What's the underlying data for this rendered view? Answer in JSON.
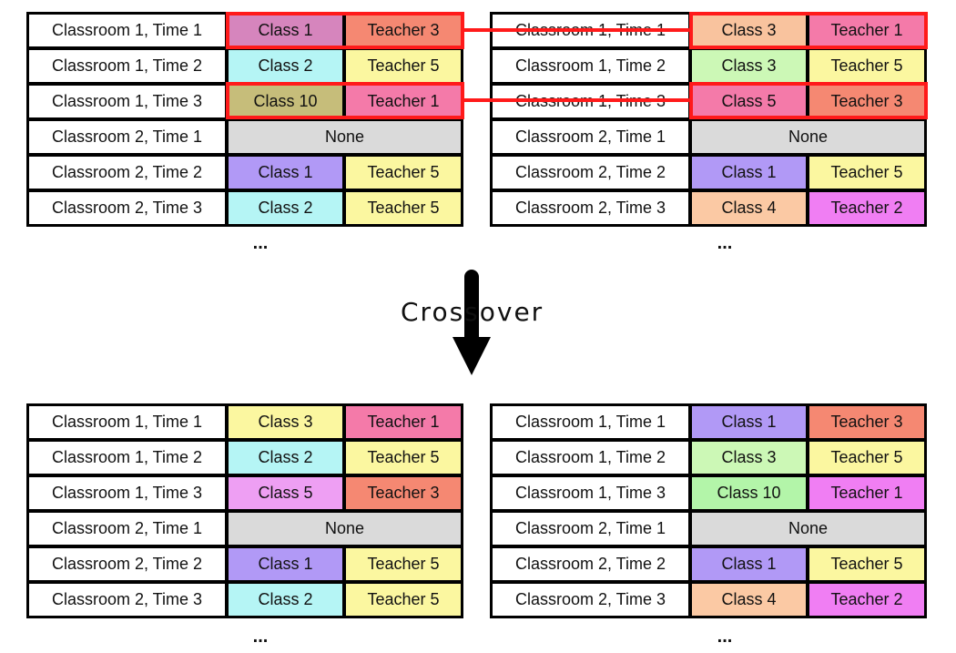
{
  "operation_label": "Crossover",
  "ellipsis": "...",
  "tables": [
    {
      "id": "parent-1",
      "rows": [
        {
          "label": "Classroom 1, Time 1",
          "class": "Class 1",
          "teacher": "Teacher 3",
          "class_color": "#d685bd",
          "teacher_color": "#f58872"
        },
        {
          "label": "Classroom 1, Time 2",
          "class": "Class 2",
          "teacher": "Teacher 5",
          "class_color": "#b5f5f5",
          "teacher_color": "#fbf7a0"
        },
        {
          "label": "Classroom 1, Time 3",
          "class": "Class 10",
          "teacher": "Teacher 1",
          "class_color": "#c6bd7a",
          "teacher_color": "#f47aa9"
        },
        {
          "label": "Classroom 2, Time 1",
          "none": "None",
          "none_color": "#dadada"
        },
        {
          "label": "Classroom 2, Time 2",
          "class": "Class 1",
          "teacher": "Teacher 5",
          "class_color": "#b199f6",
          "teacher_color": "#fbf7a0"
        },
        {
          "label": "Classroom 2, Time 3",
          "class": "Class 2",
          "teacher": "Teacher 5",
          "class_color": "#b5f5f5",
          "teacher_color": "#fbf7a0"
        }
      ]
    },
    {
      "id": "parent-2",
      "rows": [
        {
          "label": "Classroom 1, Time 1",
          "class": "Class 3",
          "teacher": "Teacher 1",
          "class_color": "#f9c39e",
          "teacher_color": "#f47aa9"
        },
        {
          "label": "Classroom 1, Time 2",
          "class": "Class 3",
          "teacher": "Teacher 5",
          "class_color": "#ccf8b6",
          "teacher_color": "#fbf7a0"
        },
        {
          "label": "Classroom 1, Time 3",
          "class": "Class 5",
          "teacher": "Teacher 3",
          "class_color": "#f47aa9",
          "teacher_color": "#f58872"
        },
        {
          "label": "Classroom 2, Time 1",
          "none": "None",
          "none_color": "#dadada"
        },
        {
          "label": "Classroom 2, Time 2",
          "class": "Class 1",
          "teacher": "Teacher 5",
          "class_color": "#b199f6",
          "teacher_color": "#fbf7a0"
        },
        {
          "label": "Classroom 2, Time 3",
          "class": "Class 4",
          "teacher": "Teacher 2",
          "class_color": "#fbc9a4",
          "teacher_color": "#f07ef3"
        }
      ]
    },
    {
      "id": "child-1",
      "rows": [
        {
          "label": "Classroom 1, Time 1",
          "class": "Class 3",
          "teacher": "Teacher 1",
          "class_color": "#fbf7a0",
          "teacher_color": "#f47aa9"
        },
        {
          "label": "Classroom 1, Time 2",
          "class": "Class 2",
          "teacher": "Teacher 5",
          "class_color": "#b5f5f5",
          "teacher_color": "#fbf7a0"
        },
        {
          "label": "Classroom 1, Time 3",
          "class": "Class 5",
          "teacher": "Teacher 3",
          "class_color": "#ee9ff3",
          "teacher_color": "#f58872"
        },
        {
          "label": "Classroom 2, Time 1",
          "none": "None",
          "none_color": "#dadada"
        },
        {
          "label": "Classroom 2, Time 2",
          "class": "Class 1",
          "teacher": "Teacher 5",
          "class_color": "#b199f6",
          "teacher_color": "#fbf7a0"
        },
        {
          "label": "Classroom 2, Time 3",
          "class": "Class 2",
          "teacher": "Teacher 5",
          "class_color": "#b5f5f5",
          "teacher_color": "#fbf7a0"
        }
      ]
    },
    {
      "id": "child-2",
      "rows": [
        {
          "label": "Classroom 1, Time 1",
          "class": "Class 1",
          "teacher": "Teacher 3",
          "class_color": "#b199f6",
          "teacher_color": "#f58872"
        },
        {
          "label": "Classroom 1, Time 2",
          "class": "Class 3",
          "teacher": "Teacher 5",
          "class_color": "#ccf8b6",
          "teacher_color": "#fbf7a0"
        },
        {
          "label": "Classroom 1, Time 3",
          "class": "Class 10",
          "teacher": "Teacher 1",
          "class_color": "#b3f5a9",
          "teacher_color": "#f07ef3"
        },
        {
          "label": "Classroom 2, Time 1",
          "none": "None",
          "none_color": "#dadada"
        },
        {
          "label": "Classroom 2, Time 2",
          "class": "Class 1",
          "teacher": "Teacher 5",
          "class_color": "#b199f6",
          "teacher_color": "#fbf7a0"
        },
        {
          "label": "Classroom 2, Time 3",
          "class": "Class 4",
          "teacher": "Teacher 2",
          "class_color": "#fbc9a4",
          "teacher_color": "#f07ef3"
        }
      ]
    }
  ]
}
